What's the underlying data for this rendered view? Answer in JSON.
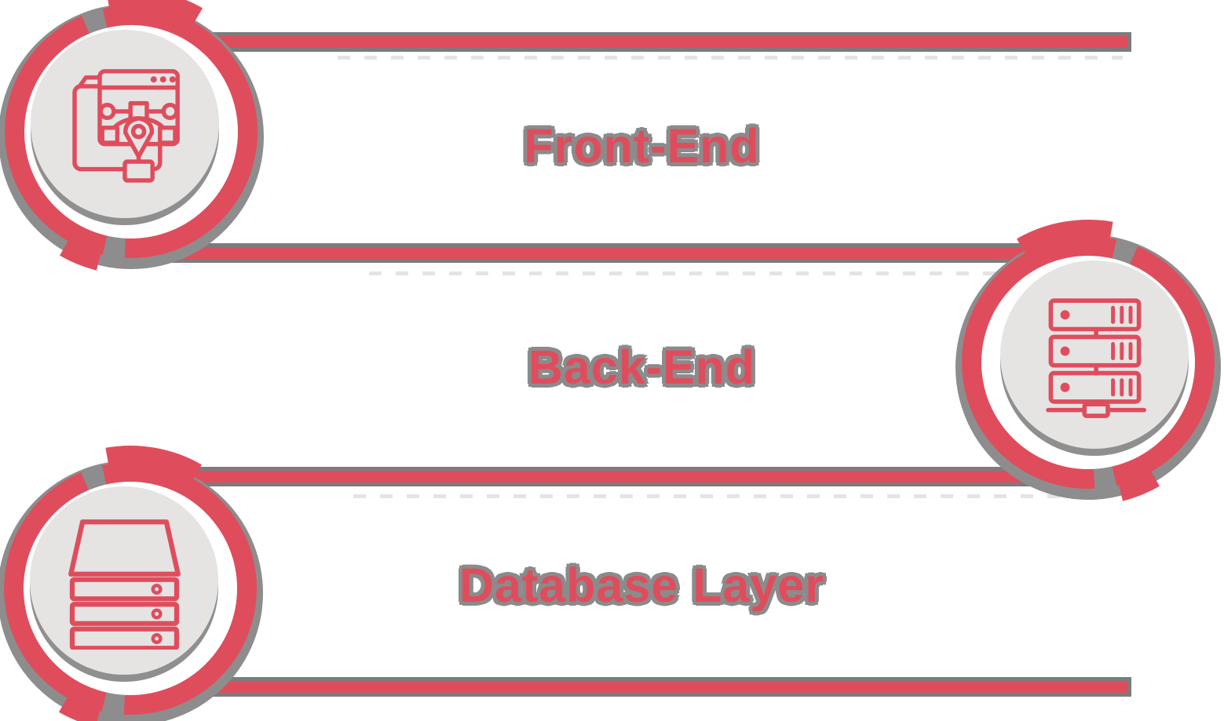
{
  "diagram": {
    "type": "layered-architecture",
    "layers": [
      {
        "label": "Front-End",
        "icon": "vector-design-icon",
        "badge_side": "left"
      },
      {
        "label": "Back-End",
        "icon": "server-rack-icon",
        "badge_side": "right"
      },
      {
        "label": "Database Layer",
        "icon": "database-storage-icon",
        "badge_side": "left"
      }
    ],
    "colors": {
      "accent_red": "#DF4D5D",
      "bar_outline_gray": "#7C7C7C",
      "shadow_gray": "#8B8B8B",
      "badge_inner_gray": "#E5E4E3",
      "background": "#FFFFFF"
    }
  }
}
